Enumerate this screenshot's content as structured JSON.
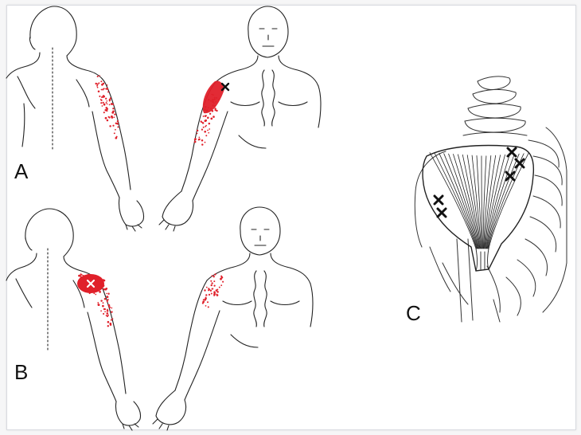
{
  "labels": {
    "a": "A",
    "b": "B",
    "c": "C"
  },
  "colors": {
    "referred_pain": "#e0202a",
    "trigger_point_mark": "#111111",
    "line_art": "#222222",
    "background": "#ffffff"
  },
  "icons": {
    "trigger_point": "x-mark-icon"
  }
}
